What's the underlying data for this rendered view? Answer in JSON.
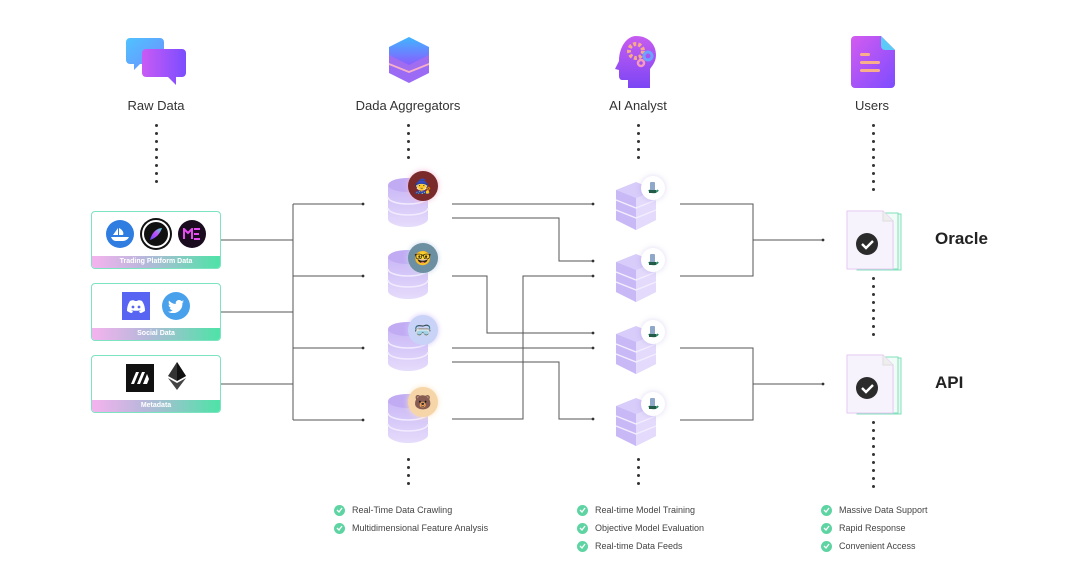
{
  "columns": {
    "raw_data": {
      "title": "Raw Data",
      "icon": "chat-bubbles-icon"
    },
    "aggregators": {
      "title": "Dada Aggregators",
      "icon": "stacked-layers-icon"
    },
    "ai_analyst": {
      "title": "AI Analyst",
      "icon": "head-gears-icon"
    },
    "users": {
      "title": "Users",
      "icon": "document-icon"
    }
  },
  "sources": [
    {
      "label": "Trading Platform Data",
      "icons": [
        "opensea-icon",
        "looksrare-icon",
        "magic-eden-icon"
      ]
    },
    {
      "label": "Social Data",
      "icons": [
        "discord-icon",
        "twitter-icon"
      ]
    },
    {
      "label": "Metadata",
      "icons": [
        "mirror-icon",
        "ethereum-icon"
      ]
    }
  ],
  "aggregator_nodes": [
    {
      "avatar": "nft-avatar-1"
    },
    {
      "avatar": "nft-avatar-2"
    },
    {
      "avatar": "nft-avatar-3"
    },
    {
      "avatar": "nft-avatar-4"
    }
  ],
  "analyst_nodes": [
    {
      "badge": "model-badge"
    },
    {
      "badge": "model-badge"
    },
    {
      "badge": "model-badge"
    },
    {
      "badge": "model-badge"
    }
  ],
  "outputs": [
    {
      "label": "Oracle"
    },
    {
      "label": "API"
    }
  ],
  "features": {
    "aggregators": [
      "Real-Time Data Crawling",
      "Multidimensional Feature Analysis"
    ],
    "ai_analyst": [
      "Real-time Model Training",
      "Objective Model Evaluation",
      "Real-time Data Feeds"
    ],
    "users": [
      "Massive Data Support",
      "Rapid Response",
      "Convenient Access"
    ]
  },
  "colors": {
    "accent_green": "#5fd4a3",
    "node_purple": "#c9b8f5",
    "line": "#555555"
  }
}
